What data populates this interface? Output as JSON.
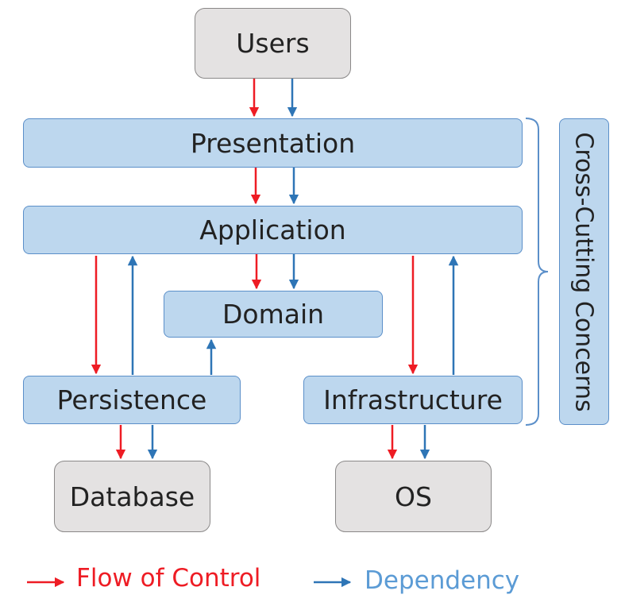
{
  "nodes": {
    "users": "Users",
    "presentation": "Presentation",
    "application": "Application",
    "domain": "Domain",
    "persistence": "Persistence",
    "infrastructure": "Infrastructure",
    "database": "Database",
    "os": "OS",
    "cross_cutting": "Cross-Cutting Concerns"
  },
  "legend": {
    "flow_of_control": "Flow of Control",
    "dependency": "Dependency"
  },
  "colors": {
    "flow_of_control": "#ee1c24",
    "dependency": "#2e75b6",
    "layer_fill": "#bdd7ee",
    "external_fill": "#e4e2e2"
  }
}
